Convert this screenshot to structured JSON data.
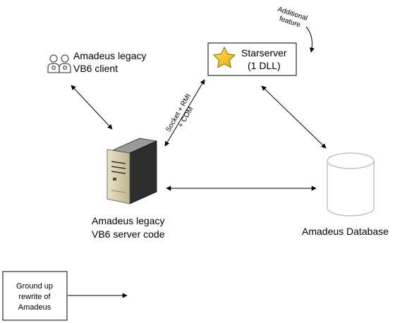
{
  "nodes": {
    "client": {
      "line1": "Amadeus legacy",
      "line2": "VB6 client",
      "icon": "users-icon"
    },
    "starserver": {
      "line1": "Starserver",
      "line2": "(1 DLL)",
      "icon": "star-icon",
      "annotation_line1": "Additional",
      "annotation_line2": "feature"
    },
    "server": {
      "line1": "Amadeus legacy",
      "line2": "VB6 server code",
      "icon": "server-tower-icon"
    },
    "database": {
      "label": "Amadeus Database",
      "icon": "database-cylinder-icon"
    },
    "legend": {
      "line1": "Ground up",
      "line2": "rewrite of",
      "line3": "Amadeus"
    }
  },
  "edges": {
    "server_starserver": {
      "line1": "Socket + RMI",
      "line2": "+ COM"
    }
  },
  "colors": {
    "star_fill": "#f5c518",
    "star_stroke": "#8a6a00",
    "line": "#000000",
    "cylinder_stroke": "#b9b9b9",
    "server_body": "#2e2e2e",
    "server_front": "#d9d2b0"
  }
}
